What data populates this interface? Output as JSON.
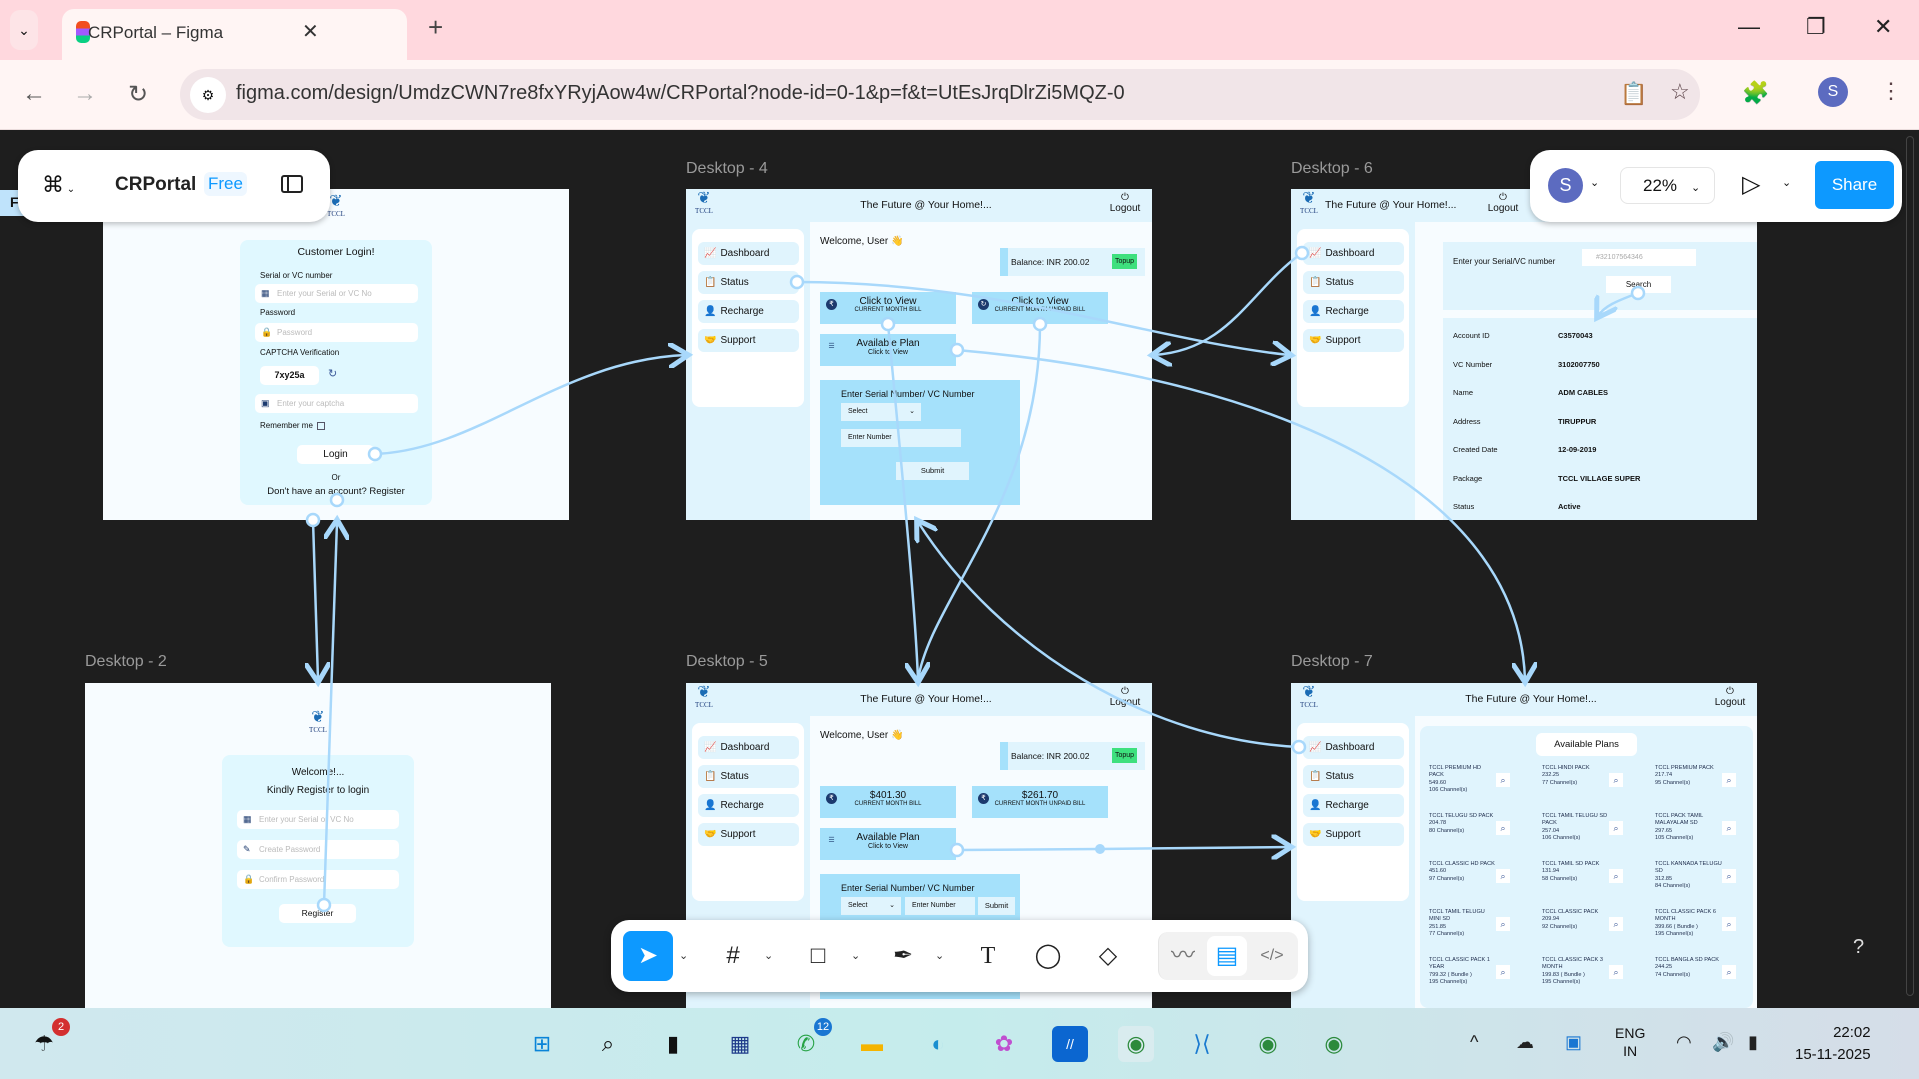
{
  "browser": {
    "tab_title": "CRPortal – Figma",
    "url": "figma.com/design/UmdzCWN7re8fxYRyjAow4w/CRPortal?node-id=0-1&p=f&t=UtEsJrqDlrZi5MQZ-0",
    "profile_initial": "S"
  },
  "figma": {
    "file_name": "CRPortal",
    "plan_badge": "Free",
    "user_initial": "S",
    "zoom": "22%",
    "share_label": "Share",
    "left_tab_letter": "F",
    "help": "?"
  },
  "frames": {
    "login": {
      "label": "",
      "logo_text": "TCCL",
      "title": "Customer Login!",
      "serial_label": "Serial or VC number",
      "serial_placeholder": "Enter your Serial or VC No",
      "password_label": "Password",
      "password_placeholder": "Password",
      "captcha_label": "CAPTCHA Verification",
      "captcha_code": "7xy25a",
      "captcha_placeholder": "Enter your captcha",
      "remember": "Remember me",
      "login_btn": "Login",
      "or": "Or",
      "register_text": "Don't have an account? Register"
    },
    "d2": {
      "label": "Desktop - 2",
      "logo_text": "TCCL",
      "welcome": "Welcome!...",
      "subtitle": "Kindly Register to login",
      "serial_placeholder": "Enter your Serial or VC No",
      "create_pw": "Create Password",
      "confirm_pw": "Confirm Password",
      "register_btn": "Register"
    },
    "common": {
      "header_title": "The Future @ Your Home!...",
      "logout": "Logout",
      "logo_text": "TCCL",
      "nav": [
        "Dashboard",
        "Status",
        "Recharge",
        "Support"
      ],
      "welcome": "Welcome, User 👋",
      "balance": "Balance: INR 200.02",
      "topup": "Topup",
      "form_label": "Enter Serial Number/ VC Number",
      "select": "Select",
      "enter_number": "Enter Number",
      "submit": "Submit"
    },
    "d4": {
      "label": "Desktop - 4",
      "card1_title": "Click to View",
      "card1_sub": "CURRENT MONTH BILL",
      "card2_title": "Click to View",
      "card2_sub": "CURRENT MONTH UNPAID BILL",
      "plan_title": "Available Plan",
      "plan_sub": "Click to View"
    },
    "d5": {
      "label": "Desktop - 5",
      "card1_title": "$401.30",
      "card1_sub": "CURRENT MONTH BILL",
      "card2_title": "$261.70",
      "card2_sub": "CURRENT MONTH UNPAID BILL",
      "plan_title": "Available Plan",
      "plan_sub": "Click to View"
    },
    "d6": {
      "label": "Desktop - 6",
      "search_label": "Enter your Serial/VC number",
      "search_placeholder": "#32107564346",
      "search_btn": "Search",
      "rows": [
        {
          "k": "Account ID",
          "v": "C3570043"
        },
        {
          "k": "VC Number",
          "v": "3102007750"
        },
        {
          "k": "Name",
          "v": "ADM CABLES"
        },
        {
          "k": "Address",
          "v": "TIRUPPUR"
        },
        {
          "k": "Created Date",
          "v": "12-09-2019"
        },
        {
          "k": "Package",
          "v": "TCCL VILLAGE SUPER"
        },
        {
          "k": "Status",
          "v": "Active"
        }
      ]
    },
    "d7": {
      "label": "Desktop - 7",
      "plans_title": "Available Plans",
      "plans": [
        {
          "name": "TCCL PREMIUM HD PACK",
          "price": "549.60",
          "channels": "106 Channel(s)"
        },
        {
          "name": "TCCL HINDI PACK",
          "price": "232.25",
          "channels": "77 Channel(s)"
        },
        {
          "name": "TCCL PREMIUM PACK",
          "price": "217.74",
          "channels": "95 Channel(s)"
        },
        {
          "name": "TCCL TELUGU SD PACK",
          "price": "204.78",
          "channels": "80 Channel(s)"
        },
        {
          "name": "TCCL TAMIL TELUGU SD PACK",
          "price": "257.04",
          "channels": "106 Channel(s)"
        },
        {
          "name": "TCCL PACK TAMIL MALAYALAM SD",
          "price": "297.65",
          "channels": "105 Channel(s)"
        },
        {
          "name": "TCCL CLASSIC HD PACK",
          "price": "451.60",
          "channels": "97 Channel(s)"
        },
        {
          "name": "TCCL TAMIL SD PACK",
          "price": "131.94",
          "channels": "58 Channel(s)"
        },
        {
          "name": "TCCL KANNADA TELUGU SD",
          "price": "312.85",
          "channels": "84 Channel(s)"
        },
        {
          "name": "TCCL TAMIL TELUGU MINI SD",
          "price": "251.85",
          "channels": "77 Channel(s)"
        },
        {
          "name": "TCCL CLASSIC PACK",
          "price": "209.94",
          "channels": "92 Channel(s)"
        },
        {
          "name": "TCCL CLASSIC PACK 6 MONTH",
          "price": "399.66 ( Bundle )",
          "channels": "195 Channel(s)"
        },
        {
          "name": "TCCL CLASSIC PACK 1 YEAR",
          "price": "799.32 ( Bundle )",
          "channels": "195 Channel(s)"
        },
        {
          "name": "TCCL CLASSIC PACK 3 MONTH",
          "price": "199.83 ( Bundle )",
          "channels": "195 Channel(s)"
        },
        {
          "name": "TCCL BANGLA SD PACK",
          "price": "244.25",
          "channels": "74 Channel(s)"
        }
      ]
    }
  },
  "taskbar": {
    "weather_badge": "2",
    "whatsapp_badge": "12",
    "lang": "ENG",
    "region": "IN",
    "time": "22:02",
    "date": "15-11-2025"
  },
  "colors": {
    "accent": "#0d99ff",
    "frame_light": "#e0f4fd",
    "card": "#a5e1fb",
    "topup": "#3ee07e",
    "connector": "#a8d8fb"
  }
}
